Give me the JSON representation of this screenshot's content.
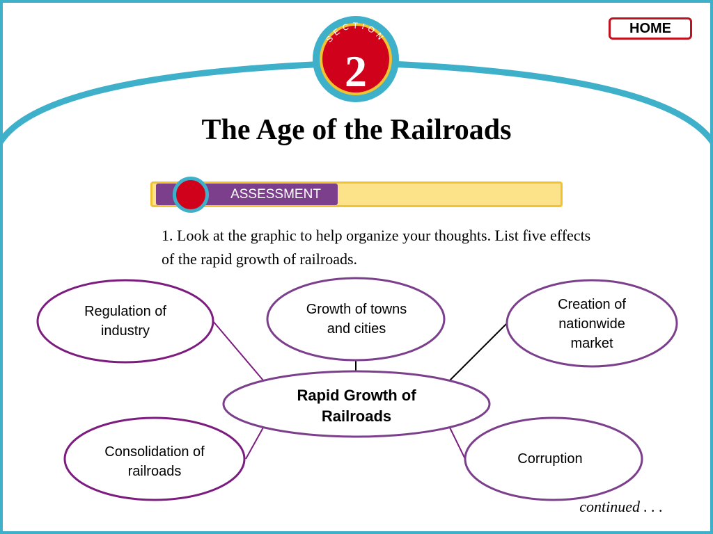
{
  "header": {
    "section_word": "SECTION",
    "section_number": "2",
    "home_label": "HOME"
  },
  "title": "The Age of the Railroads",
  "assessment": {
    "label": "ASSESSMENT"
  },
  "question": "1. Look at the graphic to help organize your thoughts. List five effects of the rapid growth of railroads.",
  "diagram": {
    "center": "Rapid Growth of\nRailroads",
    "nodes": [
      {
        "id": "regulation",
        "label": "Regulation of\nindustry"
      },
      {
        "id": "towns",
        "label": "Growth of towns\nand cities"
      },
      {
        "id": "market",
        "label": "Creation of\nnationwide\nmarket"
      },
      {
        "id": "consolidation",
        "label": "Consolidation of\nrailroads"
      },
      {
        "id": "corruption",
        "label": "Corruption"
      }
    ]
  },
  "footer": {
    "continued": "continued . . ."
  },
  "colors": {
    "frame_teal": "#3fb0c9",
    "badge_red": "#d0021b",
    "badge_ring_yellow": "#f1c232",
    "ellipse_purple": "#7b1c7e",
    "assessment_purple": "#7b3f8c",
    "assessment_bar_yellow": "#fce38a"
  }
}
